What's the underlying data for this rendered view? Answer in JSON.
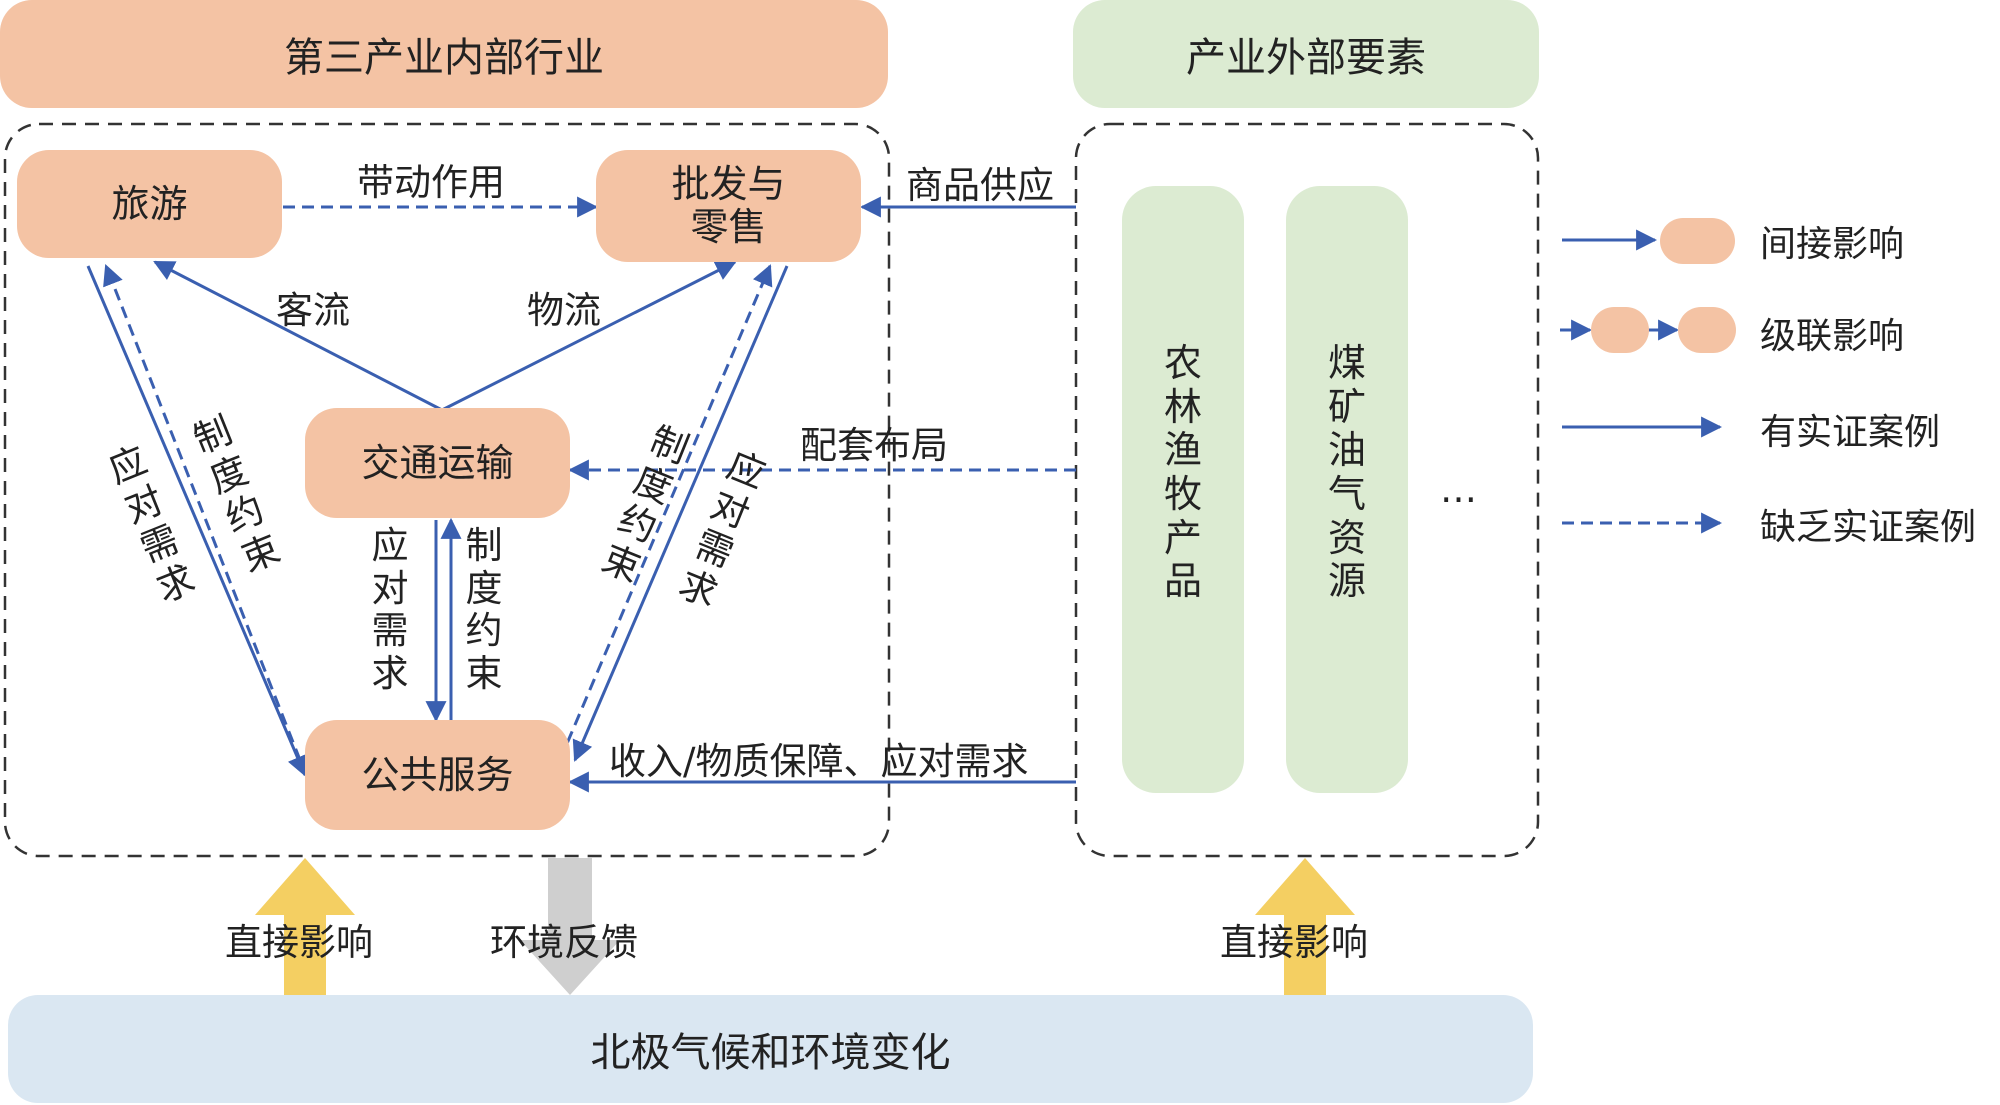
{
  "headers": {
    "left": "第三产业内部行业",
    "right": "产业外部要素"
  },
  "nodes": {
    "tourism": "旅游",
    "retail": "批发与\n零售",
    "transport": "交通运输",
    "public_service": "公共服务"
  },
  "external_factors": {
    "agri": "农林渔牧产品",
    "resources": "煤矿油气资源",
    "ellipsis": "…"
  },
  "edge_labels": {
    "driving": "带动作用",
    "passenger": "客流",
    "logistics": "物流",
    "goods_supply": "商品供应",
    "supporting_layout": "配套布局",
    "income": "收入/物质保障、应对需求",
    "respond_demand": "应对需求",
    "institutional": "制度约束"
  },
  "bottom": {
    "label": "北极气候和环境变化",
    "direct_left": "直接影响",
    "env_feedback": "环境反馈",
    "direct_right": "直接影响"
  },
  "legend": {
    "indirect": "间接影响",
    "cascade": "级联影响",
    "empirical": "有实证案例",
    "lack": "缺乏实证案例"
  },
  "colors": {
    "node_fill": "#f4c3a4",
    "external_fill": "#dcebd2",
    "bottom_fill": "#dae7f2",
    "arrow_blue": "#3a5fb0",
    "yellow_arrow": "#f4cf62",
    "gray_arrow": "#cfcfcf"
  }
}
